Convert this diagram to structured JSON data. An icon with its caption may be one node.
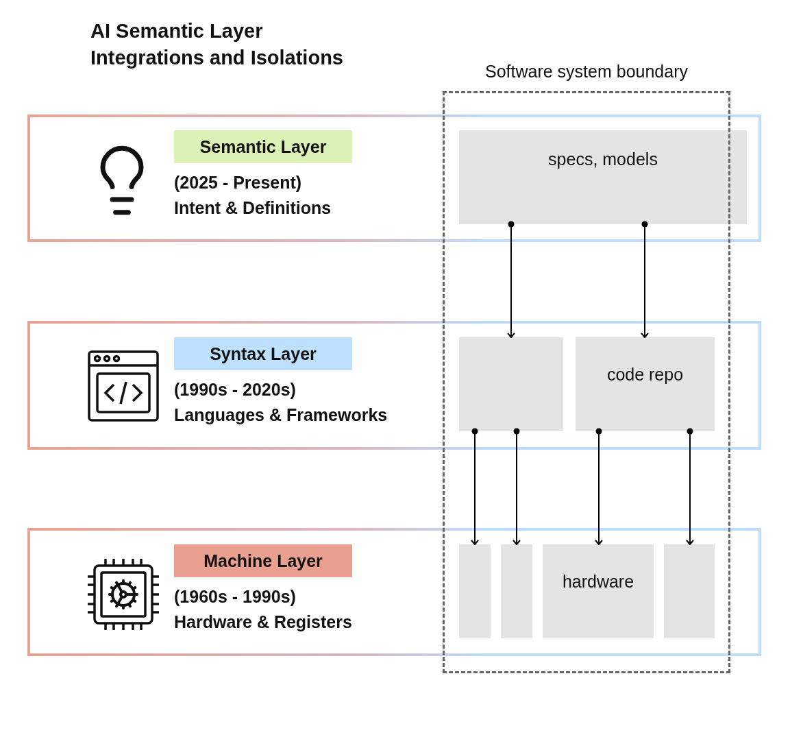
{
  "diagram": {
    "title": "AI Semantic Layer Integrations and Isolations",
    "nodes": [
      {
        "text": [
          "Semantic Layer",
          "(2025 - Present)",
          "Intent & Definitions"
        ]
      },
      {
        "text": [
          "specs, models"
        ],
        "in": 0
      },
      {
        "text": [
          "Syntax Layer",
          "(1990s - 2020s)",
          "Languages & Frameworks"
        ]
      },
      {
        "text": [],
        "shape": "box",
        "in": 2
      },
      {
        "text": [
          "code repo"
        ],
        "in": 2
      },
      {
        "text": [
          "Machine Layer",
          "(1960s - 1990s)",
          "Hardware & Registers"
        ]
      },
      {
        "text": [],
        "shape": "box",
        "in": 5
      },
      {
        "text": [],
        "shape": "box",
        "in": 5
      },
      {
        "text": [
          "hardware"
        ],
        "in": 5
      },
      {
        "text": [],
        "shape": "box",
        "in": 5
      }
    ],
    "edges": [
      {
        "from": 1,
        "to": 3,
        "arrow": "to"
      },
      {
        "from": 1,
        "to": 4,
        "arrow": "to"
      },
      {
        "from": 3,
        "to": 6,
        "arrow": "to"
      },
      {
        "from": 3,
        "to": 7,
        "arrow": "to"
      },
      {
        "from": 4,
        "to": 8,
        "arrow": "to"
      },
      {
        "from": 4,
        "to": 9,
        "arrow": "to"
      }
    ],
    "labels": [
      "Software system boundary"
    ]
  }
}
